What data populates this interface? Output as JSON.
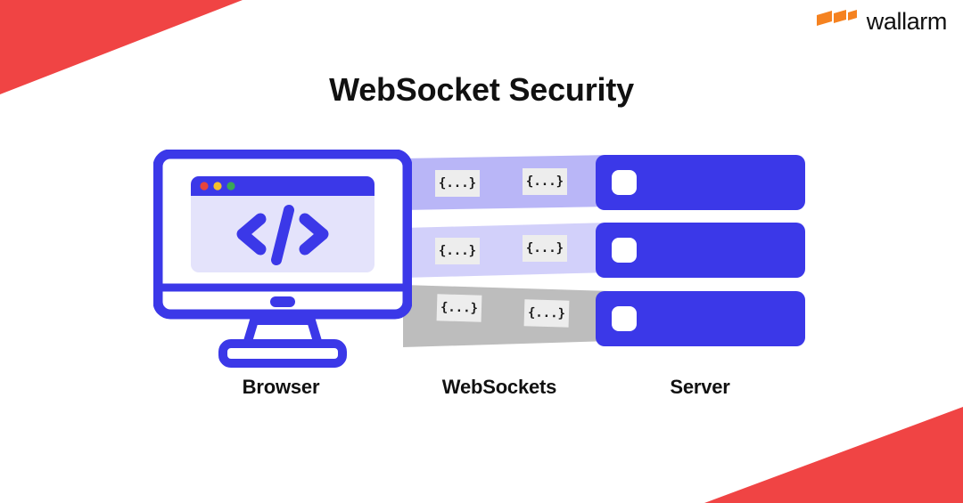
{
  "brand": {
    "logo_icon": "wallarm-bolt-icon",
    "name": "wallarm",
    "color": "#F58220"
  },
  "header": {
    "title": "WebSocket Security"
  },
  "theme": {
    "accent_red": "#F04444",
    "primary_blue": "#3B38E8",
    "screen_bg": "#E4E3FB",
    "packet_bg": "#EDEDED",
    "band_blue_strong": "#B9B6F7",
    "band_blue_light": "#D2D0FA",
    "band_gray": "#BDBDBD"
  },
  "diagram": {
    "browser": {
      "label": "Browser",
      "icon": "desktop-monitor-icon",
      "screen_icon": "code-brackets-icon",
      "window_dots": [
        {
          "name": "close-dot",
          "color": "#E8453C"
        },
        {
          "name": "minimize-dot",
          "color": "#F5C02B"
        },
        {
          "name": "maximize-dot",
          "color": "#3AA757"
        }
      ]
    },
    "websockets": {
      "label": "WebSockets",
      "connections": [
        {
          "name": "connection-1",
          "state": "active",
          "color": "#B9B6F7",
          "packets": [
            "{...}",
            "{...}"
          ]
        },
        {
          "name": "connection-2",
          "state": "active",
          "color": "#D2D0FA",
          "packets": [
            "{...}",
            "{...}"
          ]
        },
        {
          "name": "connection-3",
          "state": "inactive",
          "color": "#BDBDBD",
          "packets": [
            "{...}",
            "{...}"
          ]
        }
      ]
    },
    "server": {
      "label": "Server",
      "icon": "server-rack-icon",
      "units": [
        {
          "name": "server-unit-1",
          "led": "status-led"
        },
        {
          "name": "server-unit-2",
          "led": "status-led"
        },
        {
          "name": "server-unit-3",
          "led": "status-led"
        }
      ]
    }
  }
}
